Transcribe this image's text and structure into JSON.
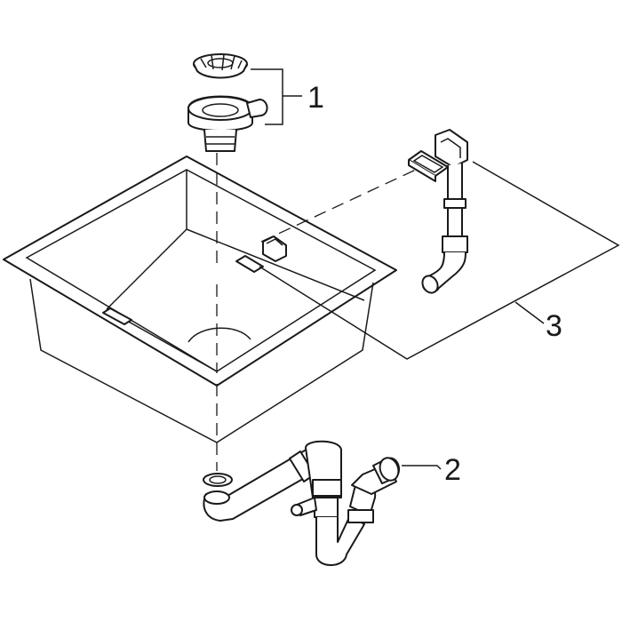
{
  "callouts": {
    "strainer_waste_set": "1",
    "siphon_trap": "2",
    "overflow_set": "3"
  },
  "colors": {
    "line": "#1a1a1a",
    "fill": "#ffffff"
  }
}
